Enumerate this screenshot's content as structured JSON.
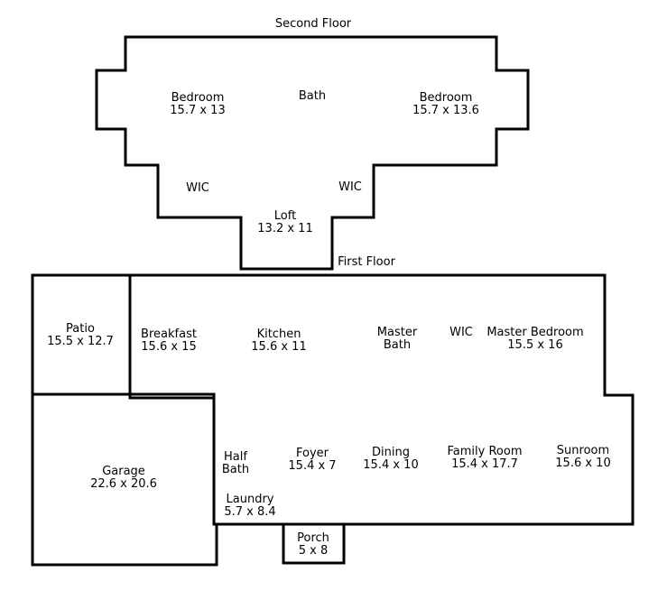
{
  "floors": {
    "second_title": "Second Floor",
    "first_title": "First Floor"
  },
  "rooms": {
    "bedroom_left": {
      "name": "Bedroom",
      "size": "15.7 x 13"
    },
    "bath_upper": {
      "name": "Bath"
    },
    "bedroom_right": {
      "name": "Bedroom",
      "size": "15.7 x 13.6"
    },
    "wic_left": {
      "name": "WIC"
    },
    "wic_right": {
      "name": "WIC"
    },
    "loft": {
      "name": "Loft",
      "size": "13.2 x 11"
    },
    "patio": {
      "name": "Patio",
      "size": "15.5 x 12.7"
    },
    "breakfast": {
      "name": "Breakfast",
      "size": "15.6 x 15"
    },
    "kitchen": {
      "name": "Kitchen",
      "size": "15.6 x 11"
    },
    "master_bath": {
      "name": "Master",
      "name2": "Bath"
    },
    "wic_first": {
      "name": "WIC"
    },
    "master_bedroom": {
      "name": "Master Bedroom",
      "size": "15.5 x 16"
    },
    "garage": {
      "name": "Garage",
      "size": "22.6 x 20.6"
    },
    "half_bath": {
      "name": "Half",
      "name2": "Bath"
    },
    "foyer": {
      "name": "Foyer",
      "size": "15.4 x 7"
    },
    "dining": {
      "name": "Dining",
      "size": "15.4 x 10"
    },
    "family_room": {
      "name": "Family Room",
      "size": "15.4 x 17.7"
    },
    "sunroom": {
      "name": "Sunroom",
      "size": "15.6 x 10"
    },
    "laundry": {
      "name": "Laundry",
      "size": "5.7 x 8.4"
    },
    "porch": {
      "name": "Porch",
      "size": "5 x 8"
    }
  }
}
